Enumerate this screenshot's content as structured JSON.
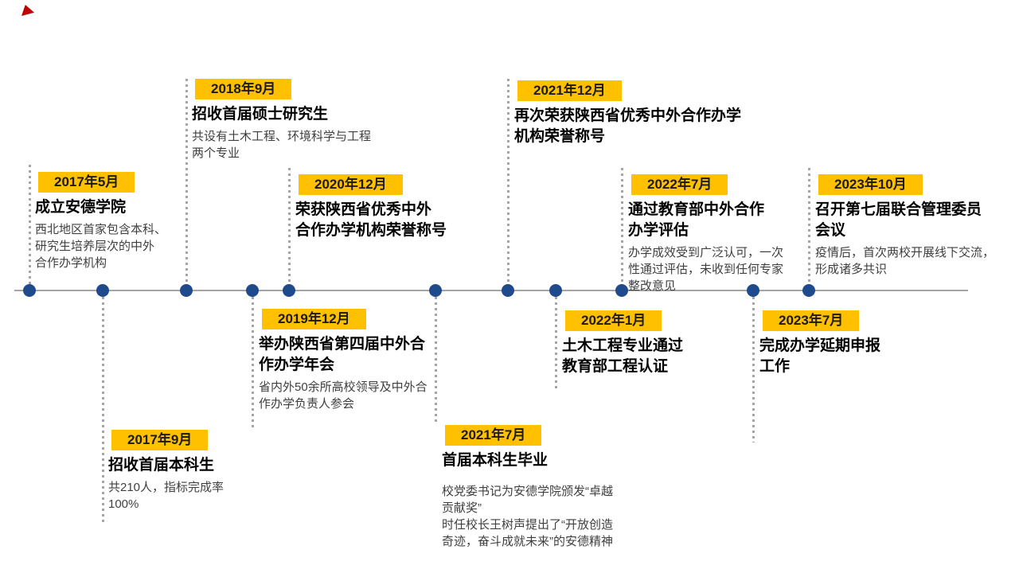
{
  "style": {
    "badge_bg": "#FFC000",
    "badge_text_color": "#1A1A1A",
    "title_color": "#000000",
    "desc_color": "#3F3F3F",
    "axis_color": "#A6A6A6",
    "dot_color": "#1F4A8C",
    "corner_mark_color": "#C00000"
  },
  "timeline": {
    "events": [
      {
        "date": "2017年5月",
        "side": "above",
        "title": "成立安德学院",
        "desc": "西北地区首家包含本科、\n研究生培养层次的中外\n合作办学机构"
      },
      {
        "date": "2017年9月",
        "side": "below",
        "title": "招收首届本科生",
        "desc": "共210人，指标完成率\n100%"
      },
      {
        "date": "2018年9月",
        "side": "above",
        "title": "招收首届硕士研究生",
        "desc": "共设有土木工程、环境科学与工程\n两个专业"
      },
      {
        "date": "2019年12月",
        "side": "below",
        "title": "举办陕西省第四届中外合\n作办学年会",
        "desc": "省内外50余所高校领导及中外合\n作办学负责人参会"
      },
      {
        "date": "2020年12月",
        "side": "above",
        "title": "荣获陕西省优秀中外\n合作办学机构荣誉称号",
        "desc": ""
      },
      {
        "date": "2021年7月",
        "side": "below",
        "title": "首届本科生毕业",
        "desc": "校党委书记为安德学院颁发“卓越\n贡献奖”\n时任校长王树声提出了“开放创造\n奇迹，奋斗成就未来”的安德精神"
      },
      {
        "date": "2021年12月",
        "side": "above",
        "title": "再次荣获陕西省优秀中外合作办学\n机构荣誉称号",
        "desc": ""
      },
      {
        "date": "2022年1月",
        "side": "below",
        "title": "土木工程专业通过\n教育部工程认证",
        "desc": ""
      },
      {
        "date": "2022年7月",
        "side": "above",
        "title": "通过教育部中外合作\n办学评估",
        "desc": "办学成效受到广泛认可，一次\n性通过评估，未收到任何专家\n整改意见"
      },
      {
        "date": "2023年7月",
        "side": "below",
        "title": "完成办学延期申报\n工作",
        "desc": ""
      },
      {
        "date": "2023年10月",
        "side": "above",
        "title": "召开第七届联合管理委员\n会议",
        "desc": "疫情后，首次两校开展线下交流，\n形成诸多共识"
      }
    ]
  }
}
